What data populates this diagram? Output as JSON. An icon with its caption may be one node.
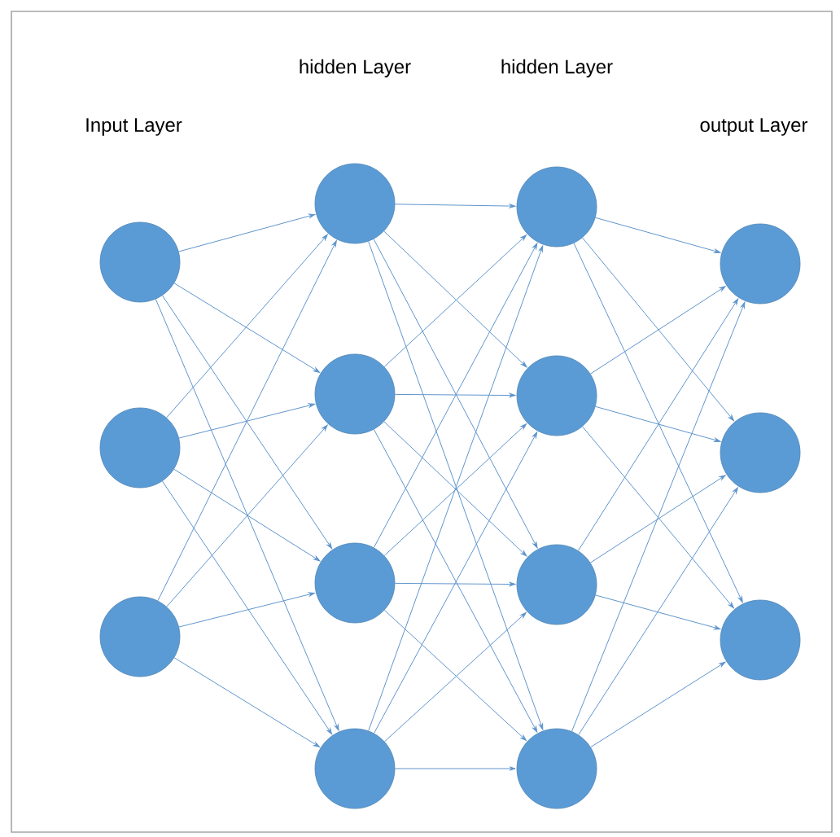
{
  "diagram": {
    "nodes": [
      {
        "text": [],
        "shape": "circle"
      },
      {
        "text": [],
        "shape": "circle"
      },
      {
        "text": [],
        "shape": "circle"
      },
      {
        "text": [],
        "shape": "circle"
      },
      {
        "text": [],
        "shape": "circle"
      },
      {
        "text": [],
        "shape": "circle"
      },
      {
        "text": [],
        "shape": "circle"
      },
      {
        "text": [],
        "shape": "circle"
      },
      {
        "text": [],
        "shape": "circle"
      },
      {
        "text": [],
        "shape": "circle"
      },
      {
        "text": [],
        "shape": "circle"
      },
      {
        "text": [],
        "shape": "circle"
      },
      {
        "text": [],
        "shape": "circle"
      },
      {
        "text": [],
        "shape": "circle"
      }
    ],
    "edges": [
      {
        "from": 0,
        "to": 3,
        "arrow": "to"
      },
      {
        "from": 0,
        "to": 4,
        "arrow": "to"
      },
      {
        "from": 0,
        "to": 5,
        "arrow": "to"
      },
      {
        "from": 0,
        "to": 6,
        "arrow": "to"
      },
      {
        "from": 1,
        "to": 3,
        "arrow": "to"
      },
      {
        "from": 1,
        "to": 4,
        "arrow": "to"
      },
      {
        "from": 1,
        "to": 5,
        "arrow": "to"
      },
      {
        "from": 1,
        "to": 6,
        "arrow": "to"
      },
      {
        "from": 2,
        "to": 3,
        "arrow": "to"
      },
      {
        "from": 2,
        "to": 4,
        "arrow": "to"
      },
      {
        "from": 2,
        "to": 5,
        "arrow": "to"
      },
      {
        "from": 2,
        "to": 6,
        "arrow": "to"
      },
      {
        "from": 3,
        "to": 7,
        "arrow": "to"
      },
      {
        "from": 3,
        "to": 8,
        "arrow": "to"
      },
      {
        "from": 3,
        "to": 9,
        "arrow": "to"
      },
      {
        "from": 3,
        "to": 10,
        "arrow": "to"
      },
      {
        "from": 4,
        "to": 7,
        "arrow": "to"
      },
      {
        "from": 4,
        "to": 8,
        "arrow": "to"
      },
      {
        "from": 4,
        "to": 9,
        "arrow": "to"
      },
      {
        "from": 4,
        "to": 10,
        "arrow": "to"
      },
      {
        "from": 5,
        "to": 7,
        "arrow": "to"
      },
      {
        "from": 5,
        "to": 8,
        "arrow": "to"
      },
      {
        "from": 5,
        "to": 9,
        "arrow": "to"
      },
      {
        "from": 5,
        "to": 10,
        "arrow": "to"
      },
      {
        "from": 6,
        "to": 7,
        "arrow": "to"
      },
      {
        "from": 6,
        "to": 8,
        "arrow": "to"
      },
      {
        "from": 6,
        "to": 9,
        "arrow": "to"
      },
      {
        "from": 6,
        "to": 10,
        "arrow": "to"
      },
      {
        "from": 7,
        "to": 11,
        "arrow": "to"
      },
      {
        "from": 7,
        "to": 12,
        "arrow": "to"
      },
      {
        "from": 7,
        "to": 13,
        "arrow": "to"
      },
      {
        "from": 8,
        "to": 11,
        "arrow": "to"
      },
      {
        "from": 8,
        "to": 12,
        "arrow": "to"
      },
      {
        "from": 8,
        "to": 13,
        "arrow": "to"
      },
      {
        "from": 9,
        "to": 11,
        "arrow": "to"
      },
      {
        "from": 9,
        "to": 12,
        "arrow": "to"
      },
      {
        "from": 9,
        "to": 13,
        "arrow": "to"
      },
      {
        "from": 10,
        "to": 11,
        "arrow": "to"
      },
      {
        "from": 10,
        "to": 12,
        "arrow": "to"
      },
      {
        "from": 10,
        "to": 13,
        "arrow": "to"
      }
    ],
    "labels": [
      "hidden Layer",
      "hidden Layer",
      "Input Layer",
      "output Layer"
    ]
  }
}
